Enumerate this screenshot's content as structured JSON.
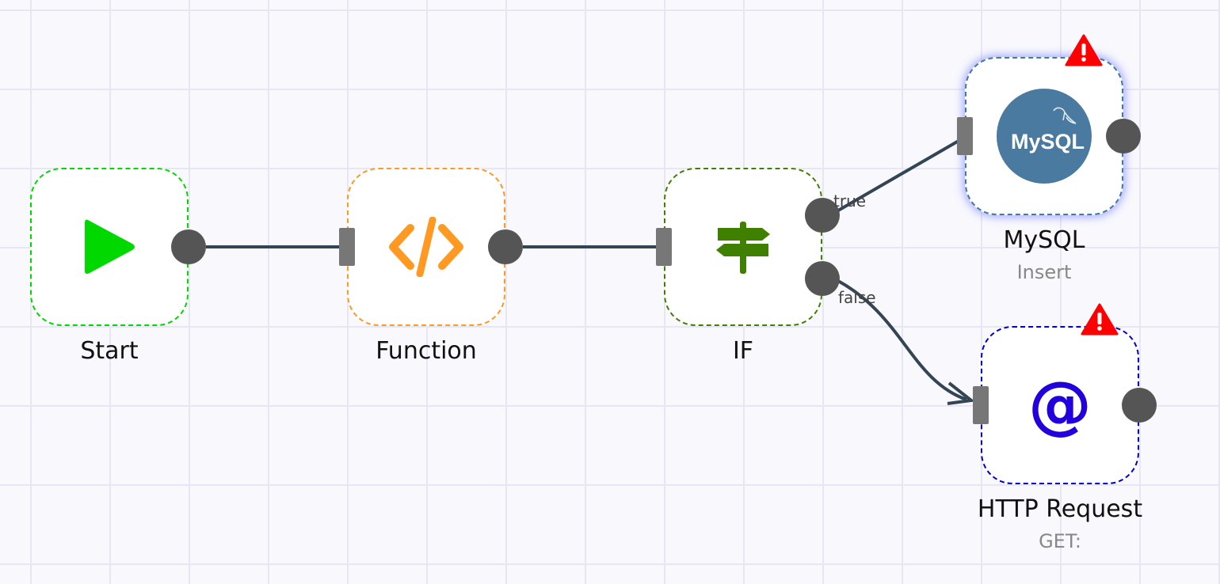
{
  "nodes": {
    "start": {
      "title": "Start",
      "border_color": "#00d800",
      "icon": "play-icon",
      "icon_color": "#00d800"
    },
    "function": {
      "title": "Function",
      "border_color": "#ff9922",
      "icon": "code-icon",
      "icon_color": "#ff9922"
    },
    "if": {
      "title": "IF",
      "border_color": "#408000",
      "icon": "signpost-icon",
      "icon_color": "#408000"
    },
    "mysql": {
      "title": "MySQL",
      "subtitle": "Insert",
      "border_color": "#4479a1",
      "icon": "mysql-logo-icon",
      "logo_text": "MySQL",
      "has_warning": true
    },
    "http": {
      "title": "HTTP Request",
      "subtitle": "GET:",
      "border_color": "#0000cc",
      "icon": "at-icon",
      "icon_color": "#2200dd",
      "icon_text": "@",
      "has_warning": true
    }
  },
  "connections": {
    "if_true_label": "true",
    "if_false_label": "false"
  },
  "colors": {
    "wire": "#334455",
    "port_out": "#555555",
    "port_in": "#777777",
    "warning": "#ff0000"
  }
}
